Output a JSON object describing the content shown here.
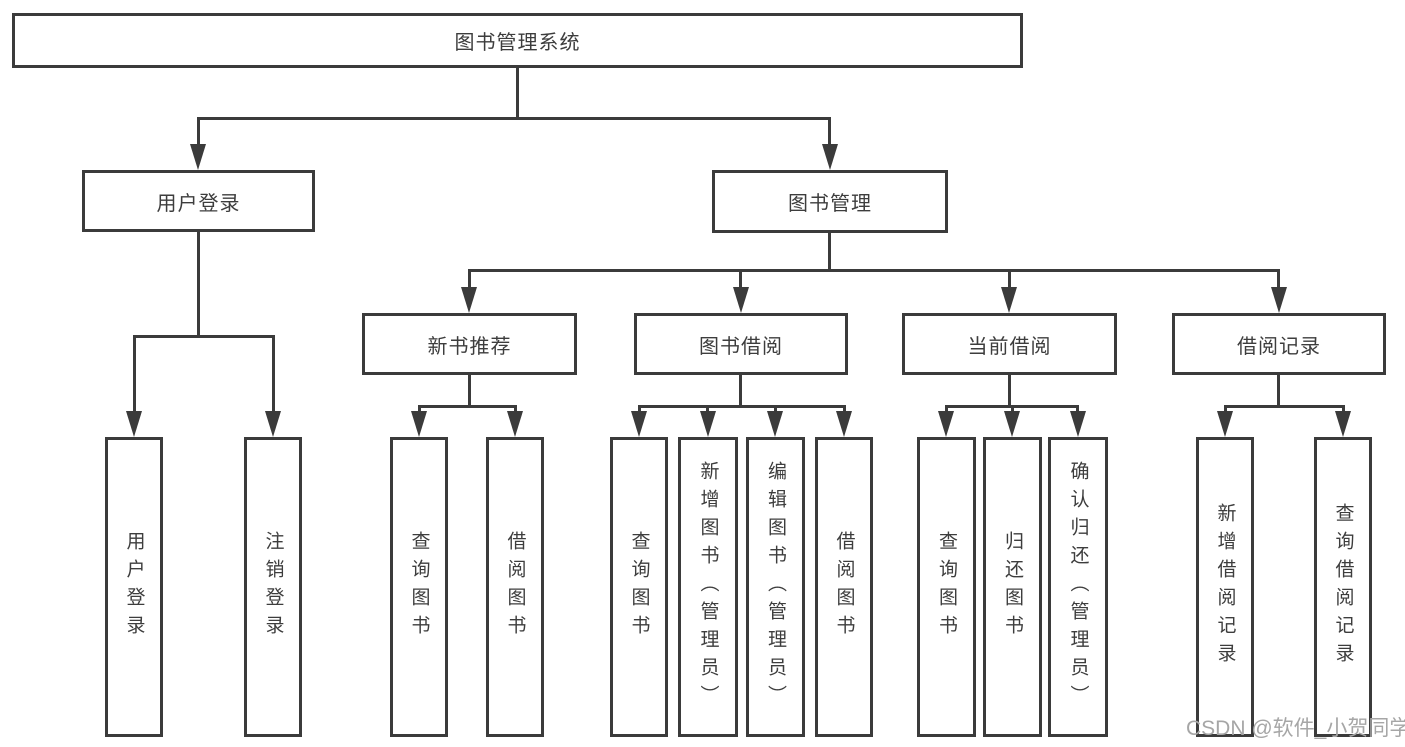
{
  "diagram": {
    "root": {
      "label": "图书管理系统"
    },
    "branches": [
      {
        "label": "用户登录",
        "children": [
          {
            "label": "用户登录"
          },
          {
            "label": "注销登录"
          }
        ]
      },
      {
        "label": "图书管理",
        "children": [
          {
            "label": "新书推荐",
            "children": [
              {
                "label": "查询图书"
              },
              {
                "label": "借阅图书"
              }
            ]
          },
          {
            "label": "图书借阅",
            "children": [
              {
                "label": "查询图书"
              },
              {
                "label": "新增图书（管理员）"
              },
              {
                "label": "编辑图书（管理员）"
              },
              {
                "label": "借阅图书"
              }
            ]
          },
          {
            "label": "当前借阅",
            "children": [
              {
                "label": "查询图书"
              },
              {
                "label": "归还图书"
              },
              {
                "label": "确认归还（管理员）"
              }
            ]
          },
          {
            "label": "借阅记录",
            "children": [
              {
                "label": "新增借阅记录"
              },
              {
                "label": "查询借阅记录"
              }
            ]
          }
        ]
      }
    ]
  },
  "watermark": {
    "text": "CSDN @软件_小贺同学"
  },
  "colors": {
    "line": "#3b3b3b",
    "text": "#3d3d3d",
    "watermark": "#a6a6a6",
    "background": "#ffffff"
  }
}
